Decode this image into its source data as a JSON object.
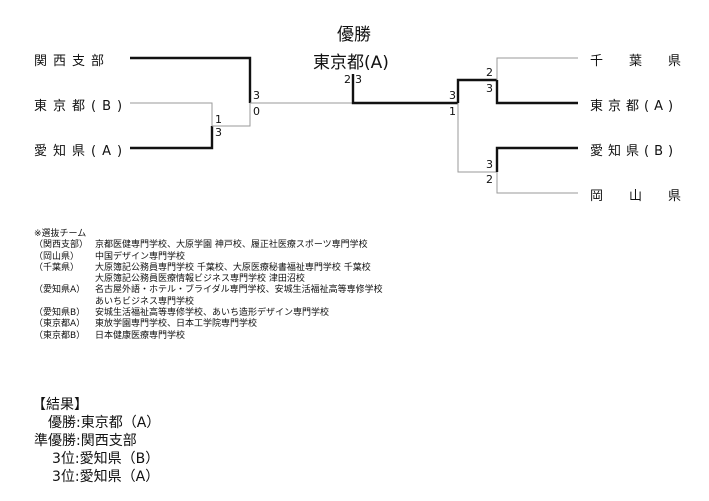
{
  "title": {
    "champion_heading": "優勝",
    "champion_team": "東京都(A)"
  },
  "bracket": {
    "left_teams": [
      "関西支部",
      "東京都(B)",
      "愛知県(A)"
    ],
    "right_teams": [
      "千葉県",
      "東京都(A)",
      "愛知県(B)",
      "岡山県"
    ],
    "left_match_scores": [
      "1",
      "3"
    ],
    "left_semi_scores": [
      "3",
      "0"
    ],
    "final_scores": [
      "2",
      "3"
    ],
    "right_semi_scores": [
      "3",
      "1"
    ],
    "right_match1_scores": [
      "2",
      "3"
    ],
    "right_match2_scores": [
      "3",
      "2"
    ]
  },
  "notes": {
    "heading": "※選抜チーム",
    "rows": [
      {
        "team": "（関西支部）",
        "schools": [
          "京都医健専門学校、大原学園 神戸校、履正社医療スポーツ専門学校"
        ]
      },
      {
        "team": "（岡山県）",
        "schools": [
          "中国デザイン専門学校"
        ]
      },
      {
        "team": "（千葉県）",
        "schools": [
          "大原簿記公務員専門学校 千葉校、大原医療秘書福祉専門学校 千葉校",
          "大原簿記公務員医療情報ビジネス専門学校 津田沼校"
        ]
      },
      {
        "team": "（愛知県A）",
        "schools": [
          "名古屋外語・ホテル・ブライダル専門学校、安城生活福祉高等専修学校",
          "あいちビジネス専門学校"
        ]
      },
      {
        "team": "（愛知県B）",
        "schools": [
          "安城生活福祉高等専修学校、あいち造形デザイン専門学校"
        ]
      },
      {
        "team": "（東京都A）",
        "schools": [
          "東放学園専門学校、日本工学院専門学校"
        ]
      },
      {
        "team": "（東京都B）",
        "schools": [
          "日本健康医療専門学校"
        ]
      }
    ]
  },
  "results": {
    "heading": "【結果】",
    "rows": [
      {
        "label": "優勝:",
        "team": "東京都（A）"
      },
      {
        "label": "準優勝:",
        "team": "関西支部"
      },
      {
        "label": "3位:",
        "team": "愛知県（B）"
      },
      {
        "label": "3位:",
        "team": "愛知県（A）"
      }
    ]
  },
  "colors": {
    "winner_line": "#111111",
    "loser_line": "#9a9a9a"
  }
}
